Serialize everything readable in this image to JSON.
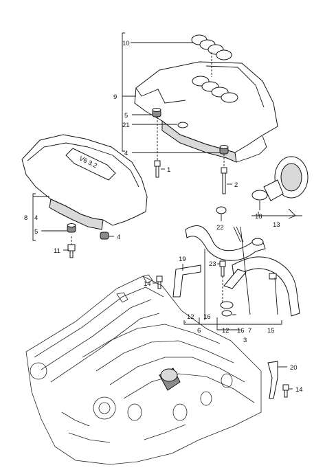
{
  "cover_emblem_text": "V6 3.2",
  "callouts": {
    "c10": "10",
    "c9": "9",
    "c5a": "5",
    "c21": "21",
    "c4a": "4",
    "c1": "1",
    "c2": "2",
    "c22": "22",
    "c18": "18",
    "c13": "13",
    "c8": "8",
    "c4b": "4",
    "c5b": "5",
    "c4c": "4",
    "c11": "11",
    "c19": "19",
    "c23": "23",
    "c14a": "14",
    "c12a": "12",
    "c16a": "16",
    "c6": "6",
    "c12b": "12",
    "c16b": "16",
    "c7": "7",
    "c15": "15",
    "c3": "3",
    "c20": "20",
    "c14b": "14"
  }
}
